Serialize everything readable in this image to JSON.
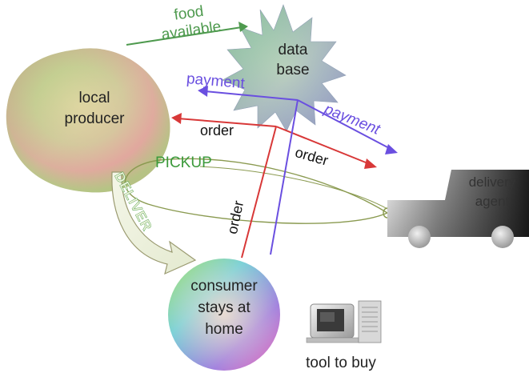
{
  "nodes": {
    "producer": {
      "line1": "local",
      "line2": "producer"
    },
    "database": {
      "line1": "data",
      "line2": "base"
    },
    "delivery": {
      "line1": "delivery",
      "line2": "agent"
    },
    "consumer": {
      "line1": "consumer",
      "line2": "stays at",
      "line3": "home"
    },
    "tool": {
      "label": "tool to buy"
    }
  },
  "edges": {
    "food_available": {
      "line1": "food",
      "line2": "available",
      "color": "#4e9a4e"
    },
    "payment_left": {
      "label": "payment",
      "color": "#6a4fe0"
    },
    "payment_right": {
      "label": "payment",
      "color": "#6a4fe0"
    },
    "order_left": {
      "label": "order",
      "color": "#d83838"
    },
    "order_right": {
      "label": "order",
      "color": "#d83838"
    },
    "order_vertical": {
      "label": "order",
      "color": "#d83838"
    },
    "pickup": {
      "label": "PICKUP",
      "color": "#3c9a3c"
    },
    "deliver": {
      "label": "DELIVER",
      "color": "#3c9a3c"
    }
  }
}
